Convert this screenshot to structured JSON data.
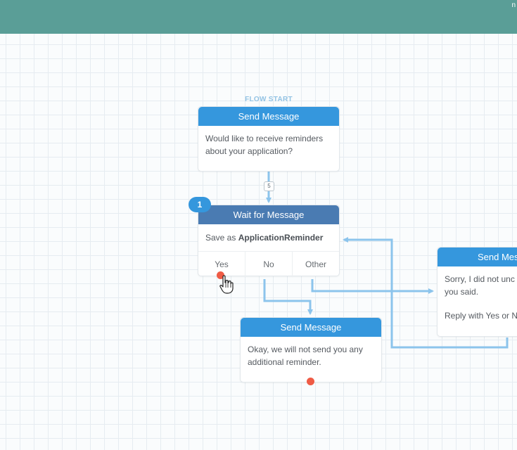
{
  "app": {
    "header_mark": "n"
  },
  "canvas": {
    "flow_start_label": "FLOW START"
  },
  "nodes": {
    "start": {
      "title": "Send Message",
      "body": "Would like to receive reminders about your application?",
      "connection_count": "5"
    },
    "wait": {
      "badge": "1",
      "title": "Wait for Message",
      "save_prefix": "Save as",
      "save_variable": "ApplicationReminder",
      "options": [
        "Yes",
        "No",
        "Other"
      ]
    },
    "no_reply": {
      "title": "Send Message",
      "body": "Okay, we will not send you any additional reminder."
    },
    "other_reply": {
      "title": "Send Mes",
      "body_line1": "Sorry, I did not unc",
      "body_line2": "you said.",
      "body_line3": "Reply with Yes or N"
    }
  },
  "colors": {
    "topbar": "#5a9e97",
    "header_blue": "#3597dd",
    "header_dark": "#4a7bb2",
    "connector": "#8cc4ec",
    "open_exit_dot": "#ef5b45"
  },
  "icons": {
    "cursor": "hand-pointer-icon"
  }
}
